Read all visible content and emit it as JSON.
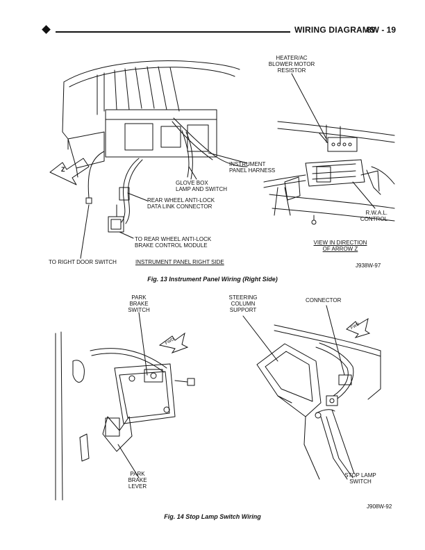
{
  "header": {
    "title": "WIRING DIAGRAMS",
    "page": "8W - 19"
  },
  "fig13": {
    "caption": "Fig. 13 Instrument Panel Wiring (Right Side)",
    "code": "J938W-97",
    "labels": {
      "resistor": "HEATER/AC\nBLOWER MOTOR\nRESISTOR",
      "harness": "INSTRUMENT\nPANEL HARNESS",
      "glove_box": "GLOVE BOX\nLAMP AND SWITCH",
      "rwal_connector": "REAR WHEEL ANTI-LOCK\nDATA LINK CONNECTOR",
      "rwal_module": "TO REAR WHEEL ANTI-LOCK\nBRAKE CONTROL MODULE",
      "door_switch": "TO RIGHT DOOR SWITCH",
      "panel_right_side": "INSTRUMENT PANEL RIGHT SIDE",
      "rwal_control": "R.W.A.L.\nCONTROL",
      "view_direction": "VIEW IN DIRECTION\nOF ARROW Z",
      "arrow_z": "Z"
    }
  },
  "fig14": {
    "caption": "Fig. 14 Stop Lamp Switch Wiring",
    "code": "J908W-92",
    "labels": {
      "park_brake_switch": "PARK\nBRAKE\nSWITCH",
      "steering_support": "STEERING\nCOLUMN\nSUPPORT",
      "connector": "CONNECTOR",
      "park_brake_lever": "PARK\nBRAKE\nLEVER",
      "stop_lamp_switch": "STOP LAMP\nSWITCH",
      "fwd_left": "FWD",
      "fwd_right": "FWD"
    }
  }
}
